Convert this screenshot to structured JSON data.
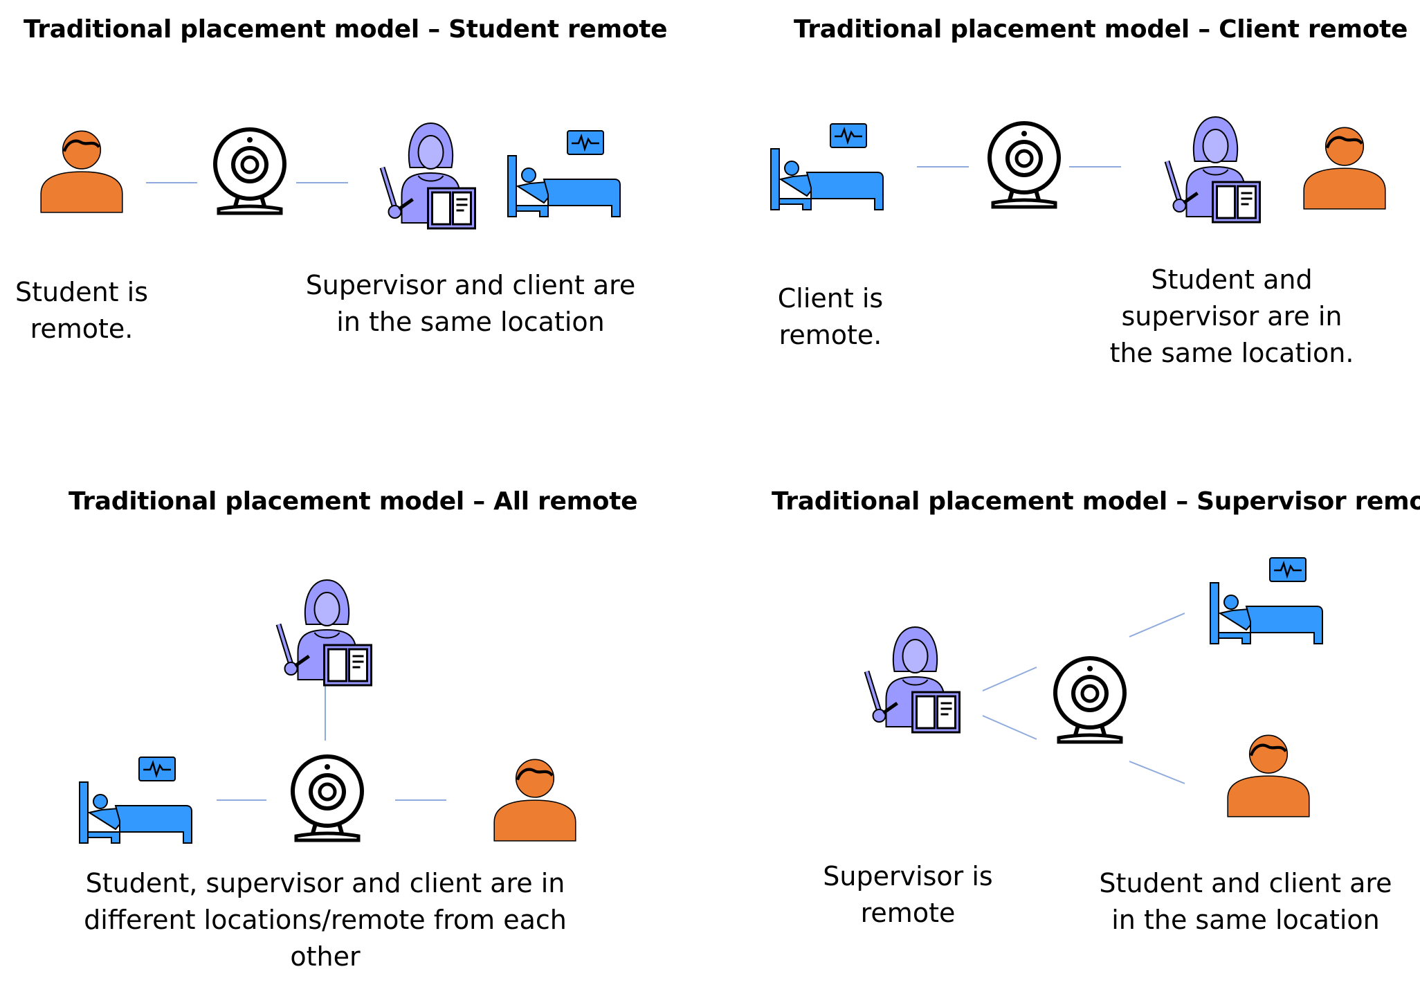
{
  "colors": {
    "student": "#ED7D31",
    "supervisor": "#9999FF",
    "client": "#3399FF",
    "connector": "#8FAADC",
    "outline": "#000000"
  },
  "icons": [
    "student-icon",
    "webcam-icon",
    "supervisor-icon",
    "hospital-bed-icon"
  ],
  "panels": {
    "student_remote": {
      "title": "Traditional placement model – Student remote",
      "left_caption": [
        "Student is",
        "remote."
      ],
      "right_caption": [
        "Supervisor and client are",
        "in the same location"
      ]
    },
    "client_remote": {
      "title": "Traditional placement model – Client remote",
      "left_caption": [
        "Client is",
        "remote."
      ],
      "right_caption": [
        "Student and",
        "supervisor are in",
        "the same location."
      ]
    },
    "all_remote": {
      "title": "Traditional placement model – All remote",
      "caption": [
        "Student, supervisor and client are in",
        "different locations/remote from each",
        "other"
      ]
    },
    "supervisor_remote": {
      "title": "Traditional placement model – Supervisor remote",
      "left_caption": [
        "Supervisor is",
        "remote"
      ],
      "right_caption": [
        "Student and client are",
        "in the same location"
      ]
    }
  }
}
